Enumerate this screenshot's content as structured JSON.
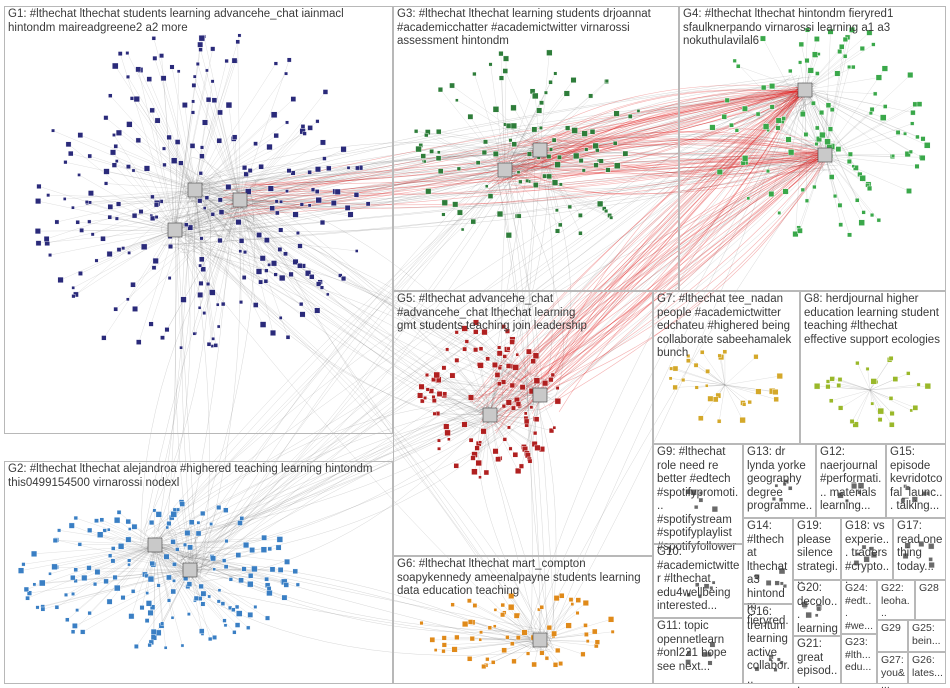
{
  "groups": [
    {
      "id": "G1",
      "title": "G1:",
      "terms": "#lthechat lthechat students learning advancehe_chat iainmacl hintondm maireadgreene2 a2 more",
      "color": "#2a2a7a"
    },
    {
      "id": "G2",
      "title": "G2:",
      "terms": "#lthechat lthechat alejandroa #highered teaching learning hintondm this0499154500 virnarossi nodexl",
      "color": "#3a7fc4"
    },
    {
      "id": "G3",
      "title": "G3:",
      "terms": "#lthechat lthechat learning students drjoannat #academicchatter #academictwitter virnarossi assessment hintondm",
      "color": "#2e7d3a"
    },
    {
      "id": "G4",
      "title": "G4:",
      "terms": "#lthechat lthechat hintondm fieryred1 sfaulknerpando virnarossi learning a1 a3 nokuthulavilal6",
      "color": "#3aa84a"
    },
    {
      "id": "G5",
      "title": "G5:",
      "terms": "#lthechat advancehe_chat #advancehe_chat lthechat learning gmt students teaching join leadership",
      "color": "#b02020"
    },
    {
      "id": "G6",
      "title": "G6:",
      "terms": "#lthechat lthechat mart_compton soapykennedy ameenalpayne students learning data education teaching",
      "color": "#e08a1a"
    },
    {
      "id": "G7",
      "title": "G7:",
      "terms": "#lthechat tee_nadan people #academictwitter edchateu #highered being collaborate sabeehamalek bunch",
      "color": "#d4a82a"
    },
    {
      "id": "G8",
      "title": "G8:",
      "terms": "herdjournal higher education learning student teaching #lthechat effective support ecologies",
      "color": "#9ab82a"
    },
    {
      "id": "G9",
      "title": "G9:",
      "terms": "#lthechat role need re better #edtech #spotifypromoti... #spotifystream #spotifyplaylist #spotifyfollower",
      "color": "#7a7a7a"
    },
    {
      "id": "G10",
      "title": "G10:",
      "terms": "#academictwitter #lthechat edu4wellbeing interested...",
      "color": "#7a7a7a"
    },
    {
      "id": "G11",
      "title": "G11:",
      "terms": "topic opennetlearn #onl221 hope see next...",
      "color": "#7a7a7a"
    },
    {
      "id": "G12",
      "title": "G12:",
      "terms": "naerjournal #performati... materials learning...",
      "color": "#7a7a7a"
    },
    {
      "id": "G13",
      "title": "G13:",
      "terms": "dr lynda yorke geography degree programme...",
      "color": "#7a7a7a"
    },
    {
      "id": "G14",
      "title": "G14:",
      "terms": "#lthechat lthechat a3 hintondm fieryred...",
      "color": "#7a7a7a"
    },
    {
      "id": "G15",
      "title": "G15:",
      "terms": "episode kevridotco fal_launc... talking...",
      "color": "#7a7a7a"
    },
    {
      "id": "G16",
      "title": "G16:",
      "terms": "trentuni learning active collabor...",
      "color": "#7a7a7a"
    },
    {
      "id": "G17",
      "title": "G17:",
      "terms": "read one thing today...",
      "color": "#7a7a7a"
    },
    {
      "id": "G18",
      "title": "G18:",
      "terms": "vs experie... traders #crypto...",
      "color": "#7a7a7a"
    },
    {
      "id": "G19",
      "title": "G19:",
      "terms": "please silence strategi...",
      "color": "#7a7a7a"
    },
    {
      "id": "G20",
      "title": "G20:",
      "terms": "decolo... learning",
      "color": "#7a7a7a"
    },
    {
      "id": "G21",
      "title": "G21:",
      "terms": "great episod...",
      "color": "#7a7a7a"
    },
    {
      "id": "G22",
      "title": "G22:",
      "terms": "leoha...",
      "color": "#7a7a7a"
    },
    {
      "id": "G23",
      "title": "G23:",
      "terms": "#lth... edu...",
      "color": "#7a7a7a"
    },
    {
      "id": "G24",
      "title": "G24:",
      "terms": "#edt... #we...",
      "color": "#7a7a7a"
    },
    {
      "id": "G25",
      "title": "G25:",
      "terms": "bein...",
      "color": "#7a7a7a"
    },
    {
      "id": "G26",
      "title": "G26:",
      "terms": "lates...",
      "color": "#7a7a7a"
    },
    {
      "id": "G27",
      "title": "G27:",
      "terms": "you&...",
      "color": "#7a7a7a"
    },
    {
      "id": "G28",
      "title": "G28",
      "terms": "",
      "color": "#7a7a7a"
    },
    {
      "id": "G29",
      "title": "G29",
      "terms": "",
      "color": "#7a7a7a"
    }
  ]
}
